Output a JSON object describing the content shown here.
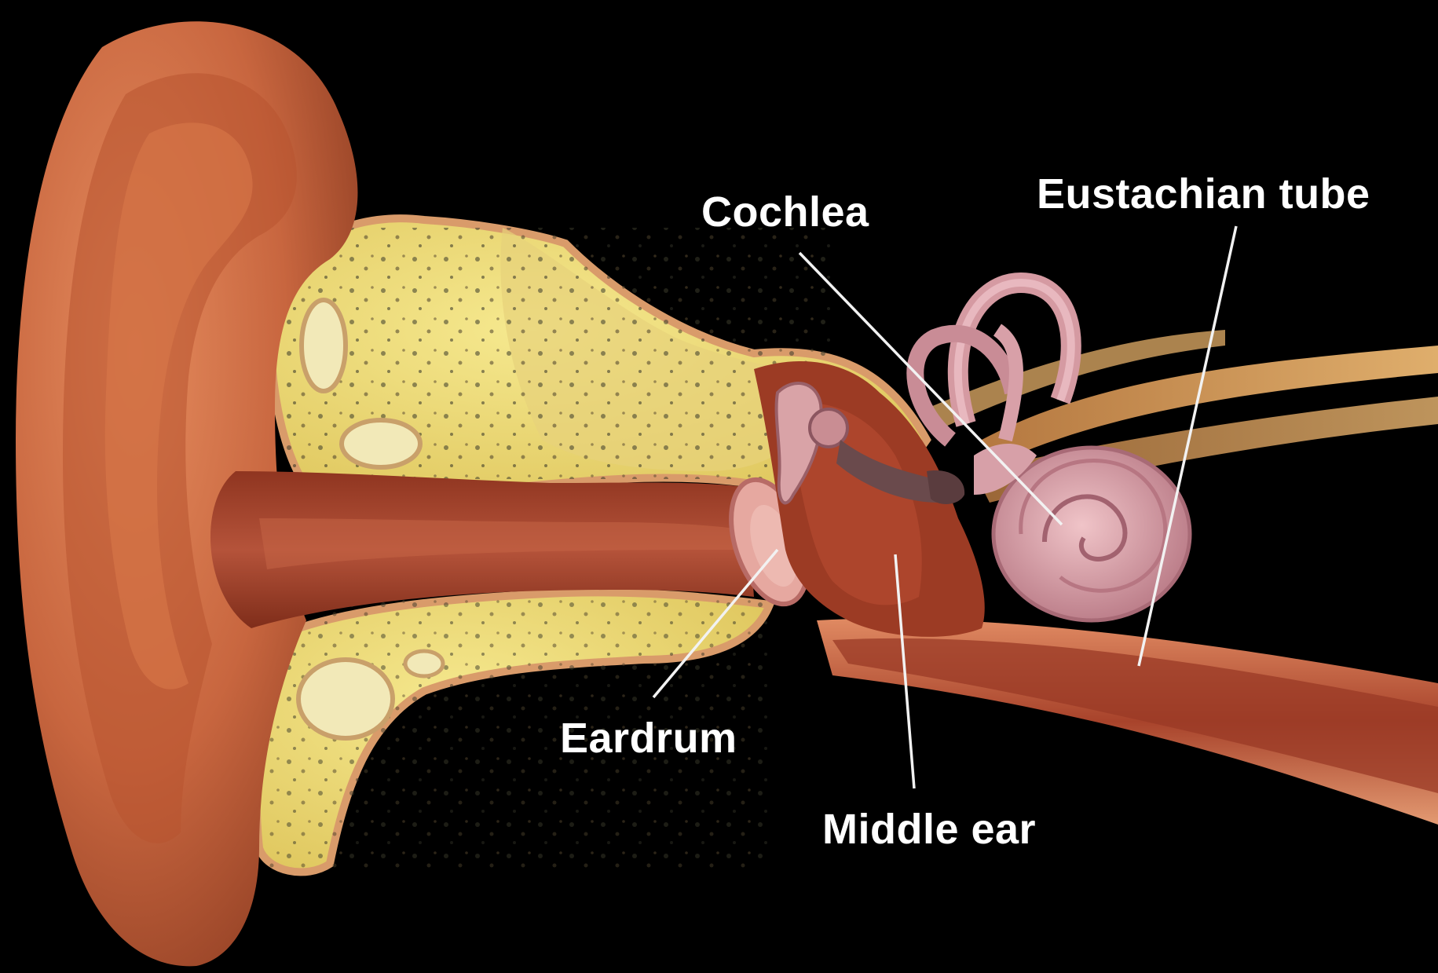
{
  "diagram": {
    "background": "#000000",
    "colors": {
      "skin": "#c8663f",
      "skin_dark": "#8f3b22",
      "skin_light": "#e28b5f",
      "canal": "#a4442a",
      "bone": "#ecd872",
      "bone_edge": "#d9a067",
      "inner_ear": "#d9a0a8",
      "nerve": "#c99256",
      "label_text": "#ffffff"
    },
    "labels": {
      "cochlea": "Cochlea",
      "eustachian_tube": "Eustachian tube",
      "eardrum": "Eardrum",
      "middle_ear": "Middle ear"
    }
  }
}
